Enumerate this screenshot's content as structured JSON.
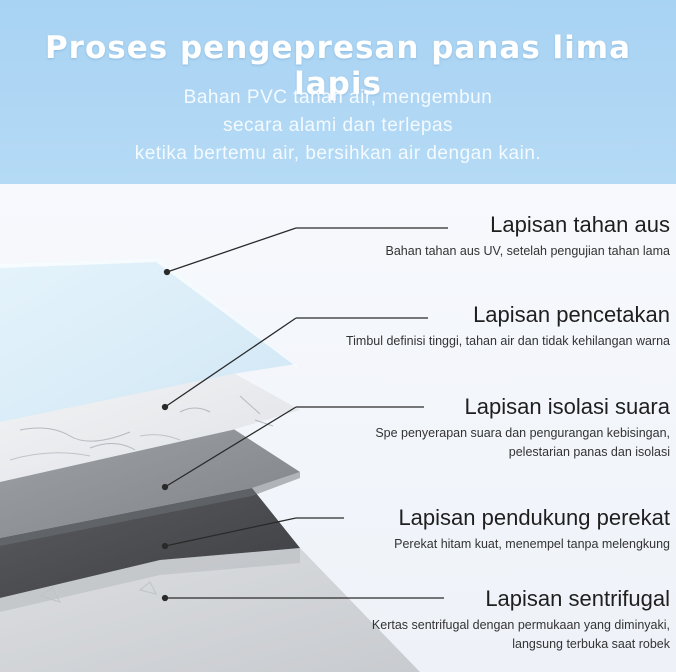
{
  "header": {
    "title": "Proses pengepresan panas lima lapis",
    "subtitle_lines": [
      "Bahan PVC tahan air, mengembun",
      "secara alami dan terlepas",
      "ketika bertemu air, bersihkan air dengan kain."
    ]
  },
  "layers": [
    {
      "name": "Lapisan tahan aus",
      "desc_lines": [
        "Bahan tahan aus UV, setelah pengujian tahan lama"
      ]
    },
    {
      "name": "Lapisan pencetakan",
      "desc_lines": [
        "Timbul definisi tinggi, tahan air dan tidak kehilangan warna"
      ]
    },
    {
      "name": "Lapisan isolasi suara",
      "desc_lines": [
        "Spe penyerapan suara dan pengurangan kebisingan,",
        "pelestarian panas dan isolasi"
      ]
    },
    {
      "name": "Lapisan pendukung perekat",
      "desc_lines": [
        "Perekat hitam kuat, menempel tanpa melengkung"
      ]
    },
    {
      "name": "Lapisan sentrifugal",
      "desc_lines": [
        "Kertas sentrifugal dengan permukaan yang diminyaki,",
        "langsung terbuka saat robek"
      ]
    }
  ],
  "colors": {
    "header_bg": "#aed5f4",
    "wear_layer": "#d8ecf8",
    "print_layer": "#e9ecef",
    "sound_layer": "#8e9296",
    "adhesive_layer": "#4a4c4f",
    "release_layer": "#d3d5d8"
  }
}
